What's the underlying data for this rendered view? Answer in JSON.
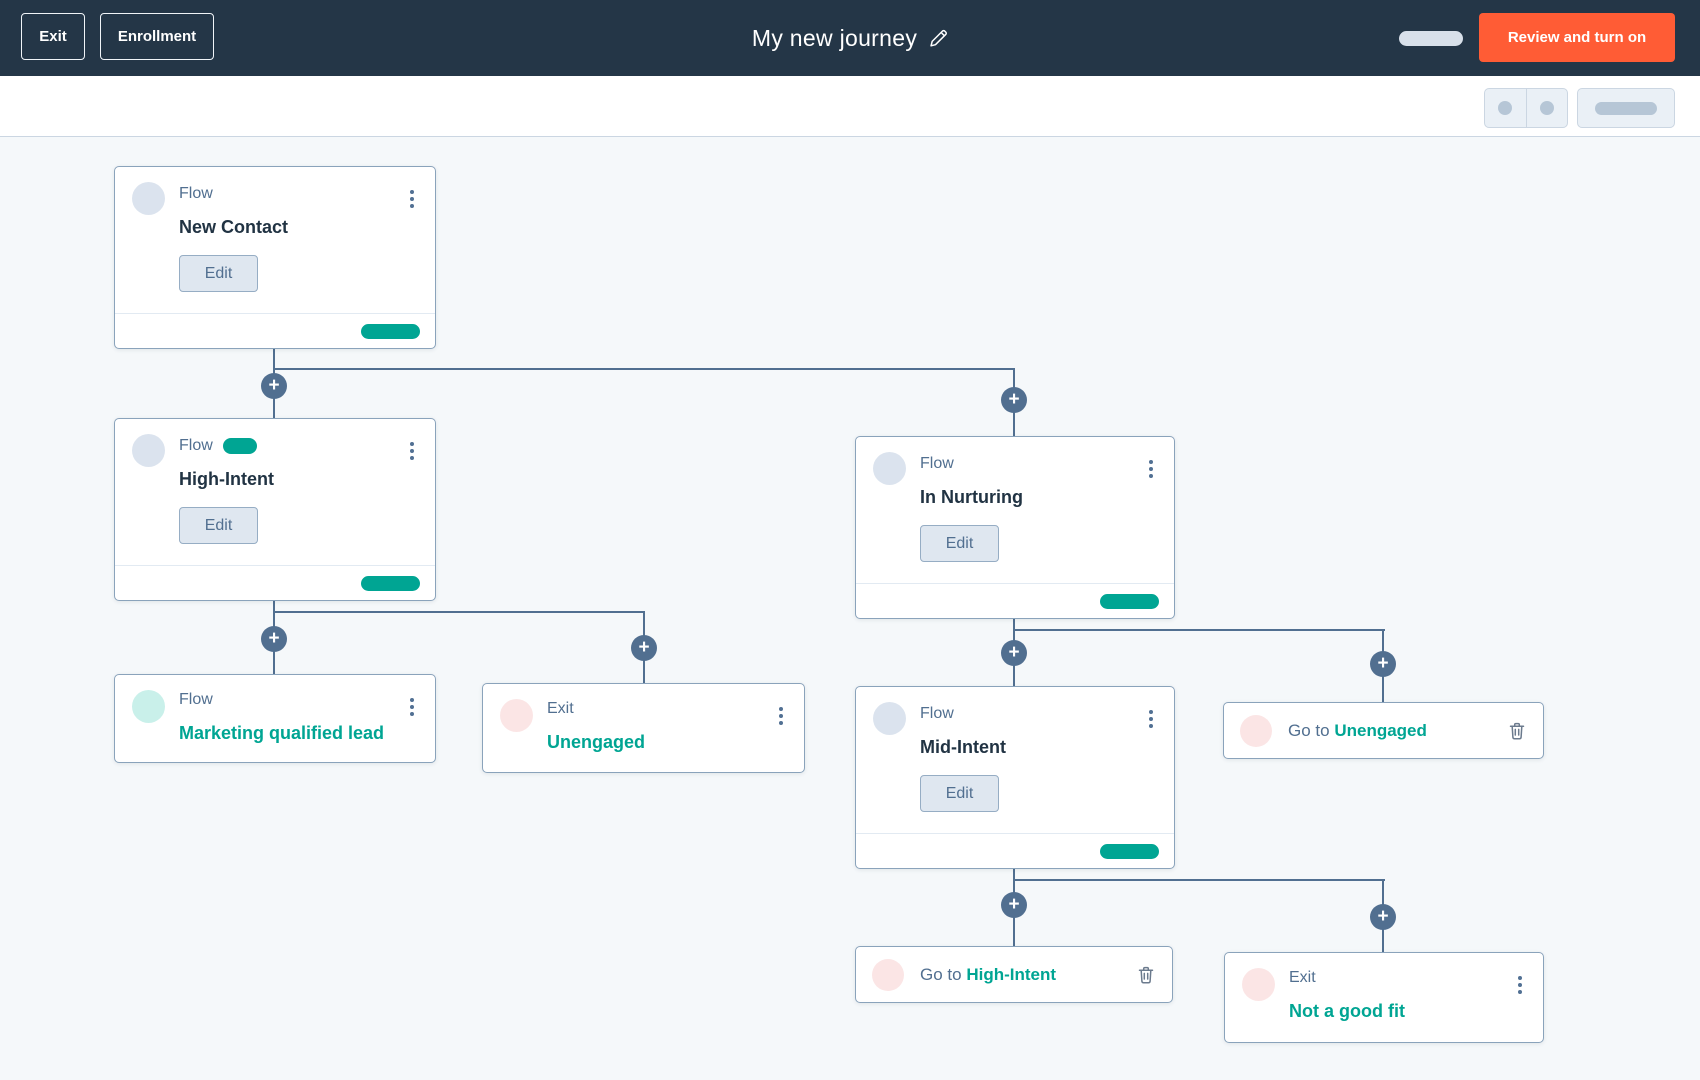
{
  "navbar": {
    "exit": "Exit",
    "enrollment": "Enrollment",
    "title": "My new journey",
    "review": "Review and turn on"
  },
  "nodes": {
    "new_contact": {
      "type": "Flow",
      "title": "New Contact",
      "action": "Edit"
    },
    "high_intent": {
      "type": "Flow",
      "title": "High-Intent",
      "action": "Edit"
    },
    "in_nurturing": {
      "type": "Flow",
      "title": "In Nurturing",
      "action": "Edit"
    },
    "mid_intent": {
      "type": "Flow",
      "title": "Mid-Intent",
      "action": "Edit"
    },
    "marketing_qualified_lead": {
      "type": "Flow",
      "title": "Marketing qualified lead"
    },
    "exit_unengaged": {
      "type": "Exit",
      "title": "Unengaged"
    },
    "goto_unengaged": {
      "prefix": "Go to",
      "target": "Unengaged"
    },
    "goto_high_intent": {
      "prefix": "Go to",
      "target": "High-Intent"
    },
    "exit_not_a_good_fit": {
      "type": "Exit",
      "title": "Not a good fit"
    }
  },
  "connector": {
    "add": "+"
  },
  "colors": {
    "navbar_bg": "#243647",
    "canvas_bg": "#f5f8fa",
    "teal": "#00a593",
    "orange": "#ff5c35",
    "slate": "#516f90",
    "title_dark": "#213343",
    "node_border": "#8aa3bb"
  }
}
